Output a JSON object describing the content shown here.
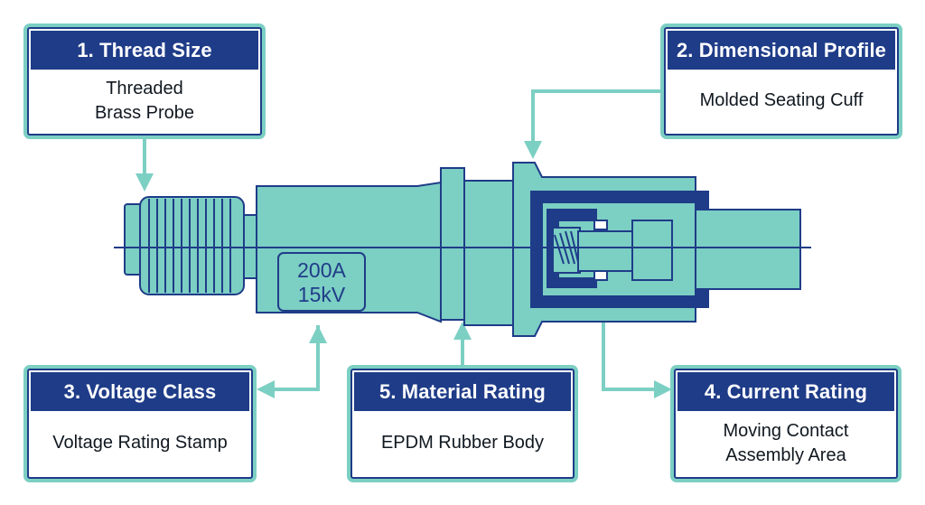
{
  "colors": {
    "body_fill": "#7ccfc3",
    "outline": "#1f3c88",
    "label_header": "#1f3c88",
    "leader_line": "#7ccfc3",
    "background": "#ffffff"
  },
  "callouts": [
    {
      "id": "thread-size",
      "title": "1. Thread Size",
      "text": "Threaded\nBrass Probe"
    },
    {
      "id": "dimensional-profile",
      "title": "2. Dimensional Profile",
      "text": "Molded Seating Cuff"
    },
    {
      "id": "voltage-class",
      "title": "3. Voltage Class",
      "text": "Voltage Rating Stamp"
    },
    {
      "id": "current-rating",
      "title": "4. Current Rating",
      "text": "Moving Contact\nAssembly Area"
    },
    {
      "id": "material-rating",
      "title": "5. Material Rating",
      "text": "EPDM Rubber Body"
    }
  ],
  "stamp": {
    "line1": "200A",
    "line2": "15kV"
  }
}
